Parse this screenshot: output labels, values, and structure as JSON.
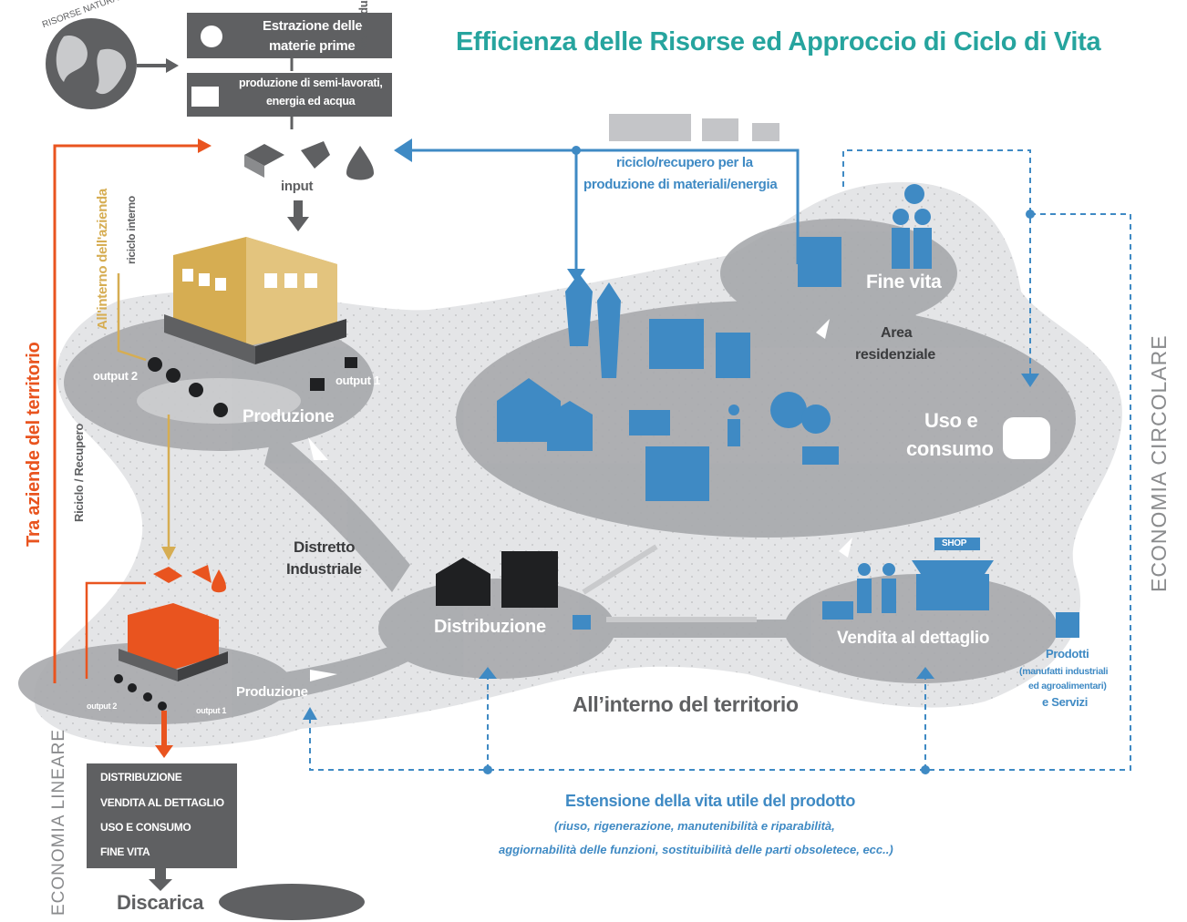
{
  "title": "Efficienza delle Risorse ed Approccio di Ciclo di Vita",
  "colors": {
    "teal": "#26a49e",
    "blue": "#3f8ac4",
    "orange": "#e9541f",
    "gold": "#d6ad52",
    "gray_dark": "#5f6062",
    "gray_area": "#d2d3d5",
    "gray_blob": "#a7a9ac",
    "dotted_bg": "#ececee"
  },
  "pre_production": {
    "natural_resources": "RISORSE NATURALI",
    "step1": [
      "Estrazione delle",
      "materie prime"
    ],
    "step2": [
      "produzione di semi-lavorati,",
      "energia ed acqua"
    ],
    "side_label": "Pre-produzione"
  },
  "input_label": "input",
  "left_labels": {
    "between_companies": "Tra aziende del territorio",
    "within_company": "All'interno dell'azienda",
    "internal_recycle": "riciclo interno",
    "recycle_recovery": "Riciclo / Recupero"
  },
  "production_big": {
    "label": "Produzione",
    "output1": "output 1",
    "output2": "output 2"
  },
  "production_small": {
    "label": "Produzione",
    "output1": "output 1",
    "output2": "output 2"
  },
  "industrial_district": [
    "Distretto",
    "Industriale"
  ],
  "distribution": "Distribuzione",
  "recycle_top": [
    "riciclo/recupero per la",
    "produzione di materiali/energia"
  ],
  "end_of_life": "Fine vita",
  "residential_area": [
    "Area",
    "residenziale"
  ],
  "use_consumption": [
    "Uso e",
    "consumo"
  ],
  "retail": "Vendita al dettaglio",
  "shop_sign": "SHOP",
  "products": [
    "Prodotti",
    "(manufatti industriali",
    "ed agroalimentari)",
    "e Servizi"
  ],
  "within_territory": "All’interno del territorio",
  "circular_economy": "ECONOMIA CIRCOLARE",
  "linear_economy": "ECONOMIA LINEARE",
  "linear_steps": [
    "DISTRIBUZIONE",
    "VENDITA AL DETTAGLIO",
    "USO E CONSUMO",
    "FINE VITA"
  ],
  "landfill": "Discarica",
  "extension": {
    "title": "Estensione della vita utile del prodotto",
    "line1": "(riuso, rigenerazione, manutenibilità e riparabilità,",
    "line2": "aggiornabilità delle funzioni, sostituibilità delle parti obsoletece, ecc..)"
  }
}
